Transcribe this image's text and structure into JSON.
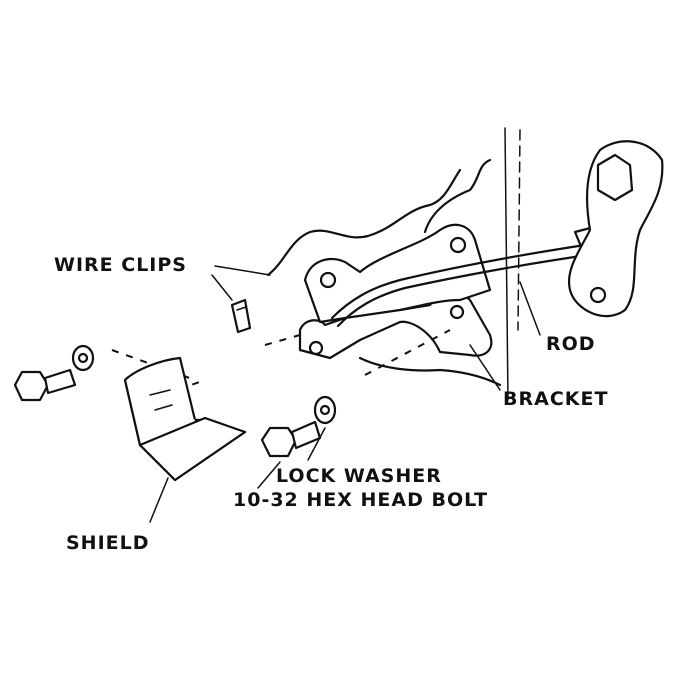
{
  "diagram": {
    "labels": {
      "wire_clips": "WIRE CLIPS",
      "rod": "ROD",
      "bracket": "BRACKET",
      "lock_washer": "LOCK WASHER",
      "hex_bolt": "10-32 HEX HEAD BOLT",
      "shield": "SHIELD"
    }
  }
}
